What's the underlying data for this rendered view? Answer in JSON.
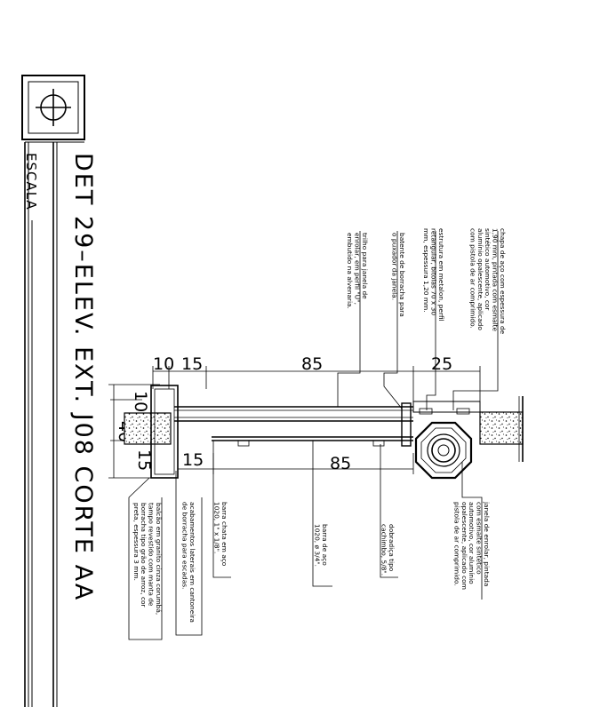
{
  "title": "DET 29–ELEV. EXT. J08 CORTE AA",
  "scale_label": "ESCALA",
  "dimensions": {
    "top_10": "10",
    "top_15": "15",
    "top_85": "85",
    "top_25": "25",
    "left_10": "10",
    "left_40": "40",
    "left_15": "15",
    "bottom_15": "15",
    "bottom_85": "85"
  },
  "annotations": {
    "chapa": [
      "chapa de aço com espessura de",
      "1,90 mm, pintada com esmalte",
      "sintético automotivo, cor",
      "alumínio opalescente, aplicado",
      "com pistola de ar comprimido."
    ],
    "estrutura": [
      "estrutura em metalon, perfil",
      "retangular, bitolas 70 x 30",
      "mm, espessura 1,20 mm."
    ],
    "batente": [
      "batente de borracha para",
      "o puxador da janela."
    ],
    "trilho": [
      "trilho para janela de",
      "enrolar, em perfil \"U\",",
      "embutido na alvenaria."
    ],
    "janela": [
      "janela de enrolar, pintada",
      "com esmalte sintético",
      "automotivo, cor alumínio",
      "opalescente, aplicado com",
      "pistola de ar comprimido."
    ],
    "dobradica": [
      "dobradiça tipo",
      "cachimbo, 5/8\"."
    ],
    "barra_aco": [
      "barra de aço",
      "1020, ø 3/4\"."
    ],
    "acabamento": [
      "acabamentos laterais em cantoneira",
      "de borracha para escadas."
    ],
    "barra_chata": [
      "barra chata em aço",
      "1020, 1\" x 1/8\"."
    ],
    "balcao": [
      "balcão em granito cinza corumbá,",
      "tampo revestido com manta de",
      "borracha tipo grão de arroz, cor",
      "preta, espessura 3 mm."
    ]
  },
  "colors": {
    "line": "#000000",
    "background": "#ffffff"
  }
}
